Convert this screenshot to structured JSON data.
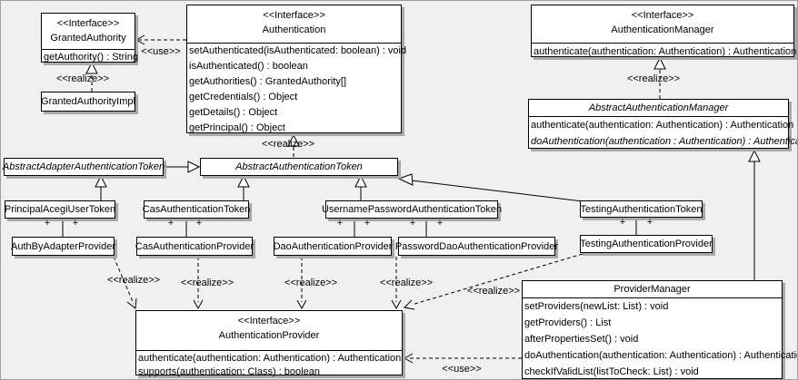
{
  "window": {
    "background_color": "#f0f0f0",
    "box_fill_color": "#ffffff",
    "line_color": "#000000",
    "shadow_color": "#a9a9a9"
  },
  "edge_labels": {
    "use": "<<use>>",
    "realize": "<<realize>>",
    "plus": "+"
  },
  "classes": {
    "granted_authority": {
      "stereotype": "<<Interface>>",
      "name": "GrantedAuthority",
      "methods": [
        "getAuthority() : String"
      ]
    },
    "granted_authority_impl": {
      "name": "GrantedAuthorityImpl"
    },
    "authentication": {
      "stereotype": "<<Interface>>",
      "name": "Authentication",
      "methods": [
        "setAuthenticated(isAuthenticated: boolean) : void",
        "isAuthenticated() : boolean",
        "getAuthorities() : GrantedAuthority[]",
        "getCredentials() : Object",
        "getDetails() : Object",
        "getPrincipal() : Object"
      ]
    },
    "authentication_manager": {
      "stereotype": "<<Interface>>",
      "name": "AuthenticationManager",
      "methods": [
        "authenticate(authentication: Authentication) : Authentication"
      ]
    },
    "abstract_authentication_manager": {
      "name": "AbstractAuthenticationManager",
      "abstract": true,
      "methods": [
        "authenticate(authentication: Authentication) : Authentication",
        "doAuthentication(authentication : Authentication) : Authentication"
      ]
    },
    "abstract_adapter_authentication_token": {
      "name": "AbstractAdapterAuthenticationToken",
      "abstract": true
    },
    "abstract_authentication_token": {
      "name": "AbstractAuthenticationToken",
      "abstract": true
    },
    "principal_acegi_user_token": {
      "name": "PrincipalAcegiUserToken"
    },
    "cas_authentication_token": {
      "name": "CasAuthenticationToken"
    },
    "username_password_authentication_token": {
      "name": "UsernamePasswordAuthenticationToken"
    },
    "testing_authentication_token": {
      "name": "TestingAuthenticationToken"
    },
    "auth_by_adapter_provider": {
      "name": "AuthByAdapterProvider"
    },
    "cas_authentication_provider": {
      "name": "CasAuthenticationProvider"
    },
    "dao_authentication_provider": {
      "name": "DaoAuthenticationProvider"
    },
    "password_dao_authentication_provider": {
      "name": "PasswordDaoAuthenticationProvider"
    },
    "testing_authentication_provider": {
      "name": "TestingAuthenticationProvider"
    },
    "authentication_provider": {
      "stereotype": "<<Interface>>",
      "name": "AuthenticationProvider",
      "methods": [
        "authenticate(authentication: Authentication) : Authentication",
        "supports(authentication: Class) : boolean"
      ]
    },
    "provider_manager": {
      "name": "ProviderManager",
      "methods": [
        "setProviders(newList: List) : void",
        "getProviders() : List",
        "afterPropertiesSet() : void",
        "doAuthentication(authentication: Authentication) : Authentication",
        "checkIfValidList(listToCheck: List) : void"
      ]
    }
  }
}
